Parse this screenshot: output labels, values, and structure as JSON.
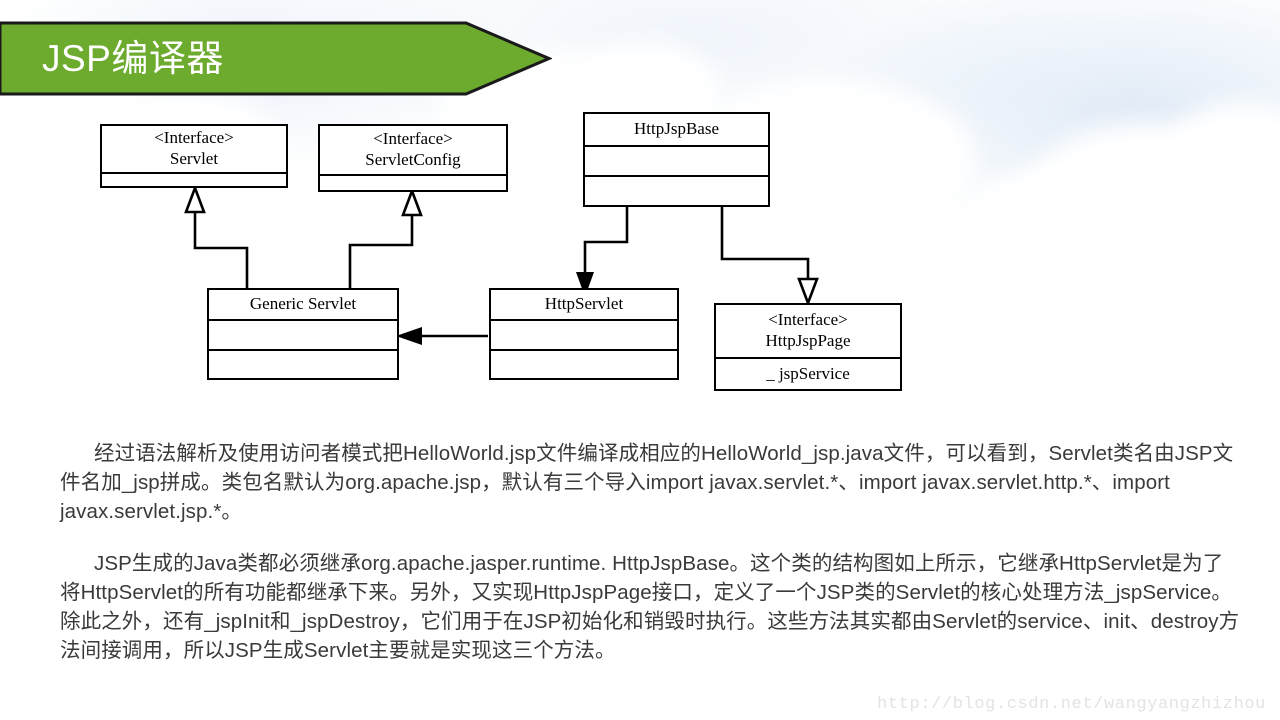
{
  "slide": {
    "title": "JSP编译器",
    "banner_color": "#6cab2e",
    "banner_edge_color": "#1a1a1a",
    "title_color": "#ffffff"
  },
  "diagram": {
    "type": "uml-class-diagram",
    "boxes": [
      {
        "id": "servlet",
        "stereotype": "<Interface>",
        "name": "Servlet",
        "title_text": "<Interface>\nServlet",
        "compartments": [
          ""
        ]
      },
      {
        "id": "servletconfig",
        "stereotype": "<Interface>",
        "name": "ServletConfig",
        "title_text": "<Interface>\nServletConfig",
        "compartments": [
          ""
        ]
      },
      {
        "id": "httpjspbase",
        "stereotype": "",
        "name": "HttpJspBase",
        "title_text": "HttpJspBase",
        "compartments": [
          "",
          ""
        ]
      },
      {
        "id": "genericservlet",
        "stereotype": "",
        "name": "Generic Servlet",
        "title_text": "Generic Servlet",
        "compartments": [
          "",
          ""
        ]
      },
      {
        "id": "httpservlet",
        "stereotype": "",
        "name": "HttpServlet",
        "title_text": "HttpServlet",
        "compartments": [
          "",
          ""
        ]
      },
      {
        "id": "httpjsppage",
        "stereotype": "<Interface>",
        "name": "HttpJspPage",
        "title_text": "<Interface>\nHttpJspPage",
        "compartments": [
          "_ jspService"
        ]
      }
    ],
    "connectors": [
      {
        "from": "genericservlet",
        "to": "servlet",
        "arrow": "hollow-triangle"
      },
      {
        "from": "genericservlet",
        "to": "servletconfig",
        "arrow": "hollow-triangle"
      },
      {
        "from": "httpjspbase",
        "to": "httpservlet",
        "arrow": "solid-arrow"
      },
      {
        "from": "httpjspbase",
        "to": "httpjsppage",
        "arrow": "hollow-triangle"
      },
      {
        "from": "httpservlet",
        "to": "genericservlet",
        "arrow": "solid-arrow"
      }
    ]
  },
  "body": {
    "paragraph_1_line_1_indent": "",
    "paragraph_1": "经过语法解析及使用访问者模式把HelloWorld.jsp文件编译成相应的HelloWorld_jsp.java文件，可以看到，Servlet类名由JSP文件名加_jsp拼成。类包名默认为org.apache.jsp，默认有三个导入import javax.servlet.*、import javax.servlet.http.*、import javax.servlet.jsp.*。",
    "paragraph_2": "JSP生成的Java类都必须继承org.apache.jasper.runtime. HttpJspBase。这个类的结构图如上所示，它继承HttpServlet是为了将HttpServlet的所有功能都继承下来。另外，又实现HttpJspPage接口，定义了一个JSP类的Servlet的核心处理方法_jspService。除此之外，还有_jspInit和_jspDestroy，它们用于在JSP初始化和销毁时执行。这些方法其实都由Servlet的service、init、destroy方法间接调用，所以JSP生成Servlet主要就是实现这三个方法。"
  },
  "watermark": {
    "text": "http://blog.csdn.net/wangyangzhizhou"
  }
}
